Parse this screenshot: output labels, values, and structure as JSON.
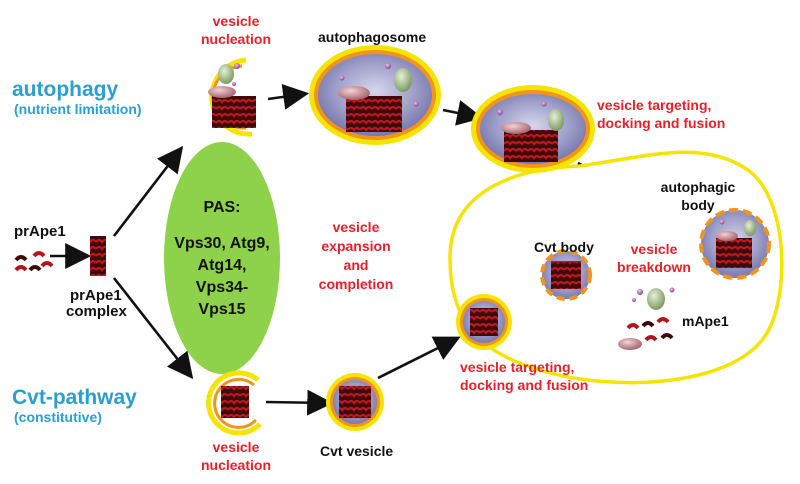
{
  "colors": {
    "blue_label": "#2A9FD0",
    "red_label": "#E8202A",
    "black_label": "#111111",
    "membrane_yellow": "#F5E400",
    "membrane_orange": "#F0941E",
    "cytoplasm": "#8E8EC2",
    "pas_green": "#8ED14B",
    "ape1_dark": "#3A0C0C",
    "ape1_red": "#B3151A",
    "pink_vesicle": "#C98A94",
    "green_vesicle": "#9FB884",
    "purple_dot": "#B070B0"
  },
  "labels": {
    "autophagy": "autophagy",
    "nutrient_limitation": "(nutrient limitation)",
    "cvt_pathway": "Cvt-pathway",
    "constitutive": "(constitutive)",
    "prape1": "prApe1",
    "prape1_complex_l1": "prApe1",
    "prape1_complex_l2": "complex",
    "pas_title": "PAS:",
    "pas_l1": "Vps30, Atg9,",
    "pas_l2": "Atg14,",
    "pas_l3": "Vps34-",
    "pas_l4": "Vps15",
    "vn_top_l1": "vesicle",
    "vn_top_l2": "nucleation",
    "autophagosome": "autophagosome",
    "vtdf_top_l1": "vesicle targeting,",
    "vtdf_top_l2": "docking and fusion",
    "vec_l1": "vesicle",
    "vec_l2": "expansion",
    "vec_l3": "and",
    "vec_l4": "completion",
    "autophagic_body_l1": "autophagic",
    "autophagic_body_l2": "body",
    "cvt_body": "Cvt body",
    "vesicle_breakdown_l1": "vesicle",
    "vesicle_breakdown_l2": "breakdown",
    "mape1": "mApe1",
    "vtdf_bot_l1": "vesicle targeting,",
    "vtdf_bot_l2": "docking and fusion",
    "vn_bot_l1": "vesicle",
    "vn_bot_l2": "nucleation",
    "cvt_vesicle": "Cvt vesicle"
  }
}
